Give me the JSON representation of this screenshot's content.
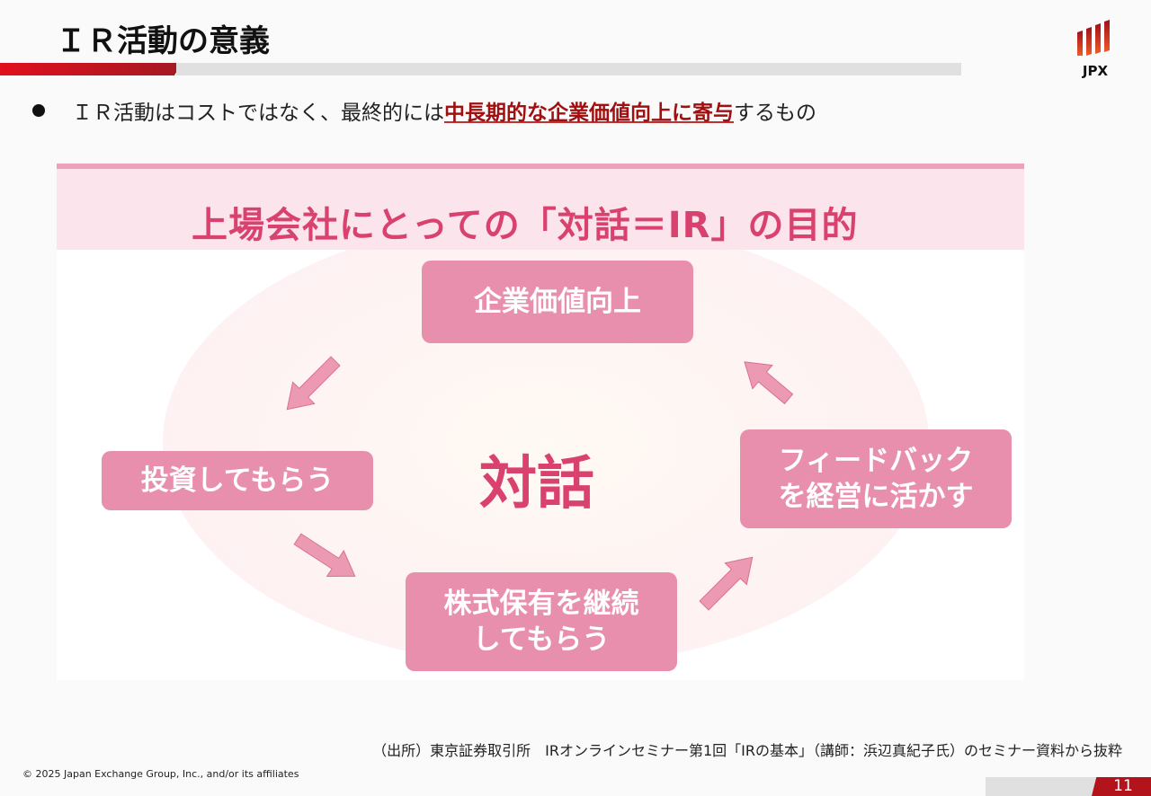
{
  "header": {
    "title": "ＩＲ活動の意義",
    "logo_text": "JPX"
  },
  "bullet": {
    "prefix": "ＩＲ活動はコストではなく、最終的には",
    "highlight": "中長期的な企業価値向上に寄与",
    "suffix": "するもの"
  },
  "diagram": {
    "title": "上場会社にとっての「対話＝IR」の目的",
    "center": "対話",
    "boxes": [
      "企業価値向上",
      "投資してもらう",
      "株式保有を継続\nしてもらう",
      "フィードバック\nを経営に活かす"
    ],
    "box_lines": {
      "b3_l1": "株式保有を継続",
      "b3_l2": "してもらう",
      "b4_l1": "フィードバック",
      "b4_l2": "を経営に活かす"
    }
  },
  "footer": {
    "source": "（出所）東京証券取引所　IRオンラインセミナー第1回「IRの基本」（講師：浜辺真紀子氏）のセミナー資料から抜粋",
    "copyright": "© 2025 Japan Exchange Group, Inc., and/or its affiliates",
    "page": "11"
  },
  "colors": {
    "accent": "#d9426f",
    "box": "#e98fae",
    "red": "#b3141c"
  }
}
